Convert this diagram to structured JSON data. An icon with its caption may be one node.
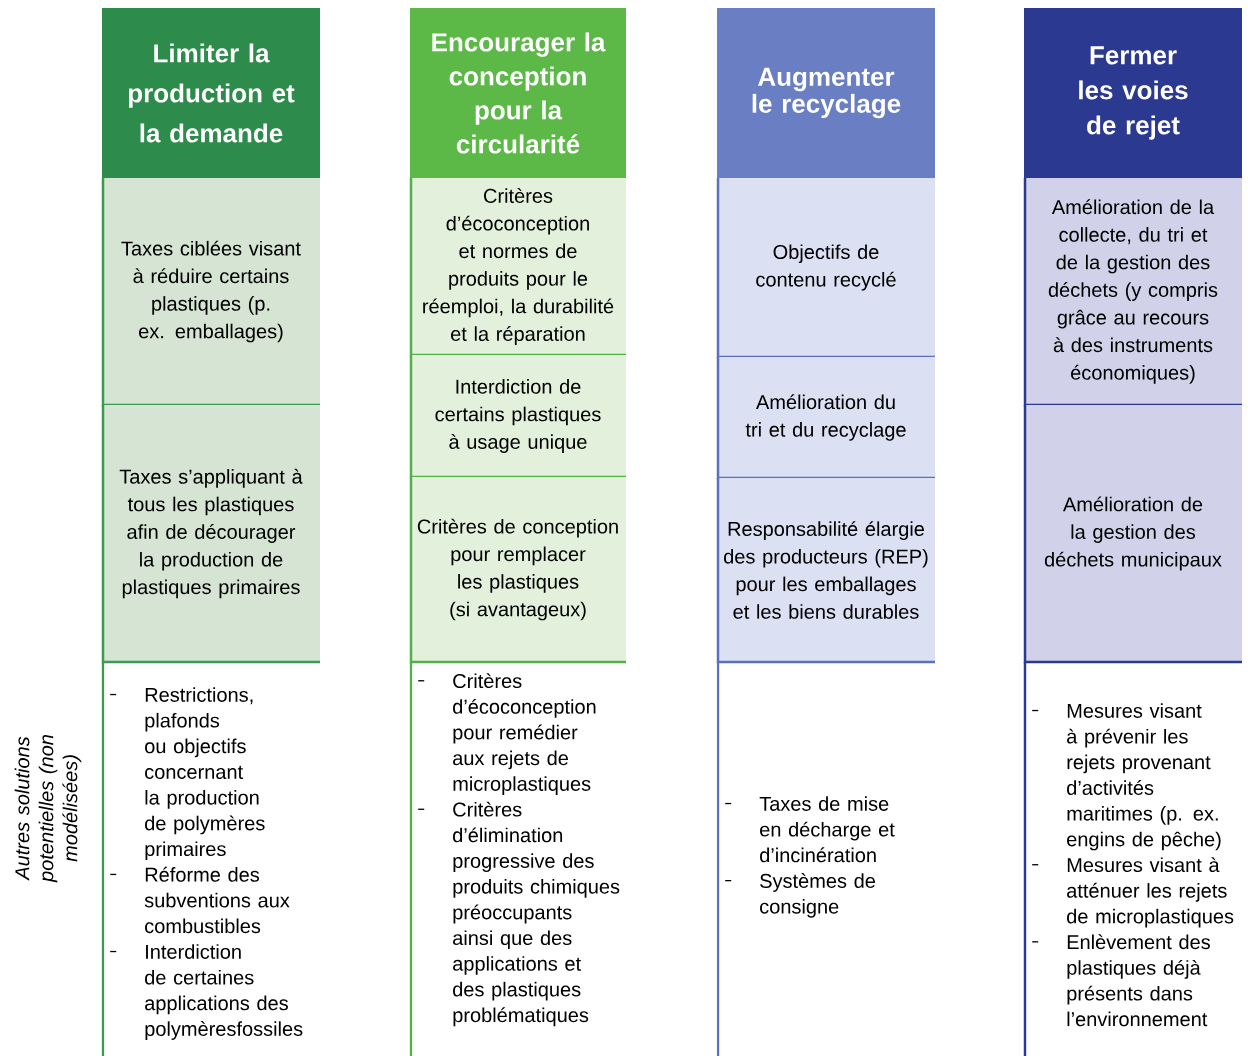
{
  "diagram": {
    "nodes": [
      {
        "text": [
          "Limiter la production et la demande"
        ]
      },
      {
        "text": [
          "Taxes ciblées visant à réduire certains plastiques (p. ex. emballages)"
        ]
      },
      {
        "text": [
          "Taxes s’appliquant à tous les plastiques afin de décourager la production de plastiques primaires"
        ]
      },
      {
        "text": [
          "Restrictions, plafonds ou objectifs concernant la production de polymères primaires",
          "Réforme des subventions aux combustibles",
          "Interdiction de certaines applications des polymèresfossiles"
        ]
      },
      {
        "text": [
          "Encourager la conception pour la circularité"
        ]
      },
      {
        "text": [
          "Critères d’écoconception et normes de produits pour le réemploi, la durabilité et la réparation"
        ]
      },
      {
        "text": [
          "Interdiction de certains plastiques à usage unique"
        ]
      },
      {
        "text": [
          "Critères de conception pour remplacer les plastiques (si avantageux)"
        ]
      },
      {
        "text": [
          "Critères d’écoconception pour remédier aux rejets de microplastiques",
          "Critères d’élimination progressive des produits chimiques préoccupants ainsi que des applications et des plastiques problématiques"
        ]
      },
      {
        "text": [
          "Augmenter le recyclage"
        ]
      },
      {
        "text": [
          "Objectifs de contenu recyclé"
        ]
      },
      {
        "text": [
          "Amélioration du tri et du recyclage"
        ]
      },
      {
        "text": [
          "Responsabilité élargie des producteurs (REP) pour les emballages et les biens durables"
        ]
      },
      {
        "text": [
          "Taxes de mise en décharge et d’incinération",
          "Systèmes de consigne"
        ]
      },
      {
        "text": [
          "Fermer les voies de rejet"
        ]
      },
      {
        "text": [
          "Amélioration de la collecte, du tri et de la gestion des déchets (y compris grâce au recours à des instruments économiques)"
        ]
      },
      {
        "text": [
          "Amélioration de la gestion des déchets municipaux"
        ]
      },
      {
        "text": [
          "Mesures visant à prévenir les rejets provenant d’activités maritimes (p. ex. engins de pêche)",
          "Mesures visant à atténuer les rejets de microplastiques",
          "Enlèvement des plastiques déjà présents dans l’environnement"
        ]
      }
    ],
    "labels": [
      "Autres solutions potentielles (non modélisées)"
    ]
  }
}
